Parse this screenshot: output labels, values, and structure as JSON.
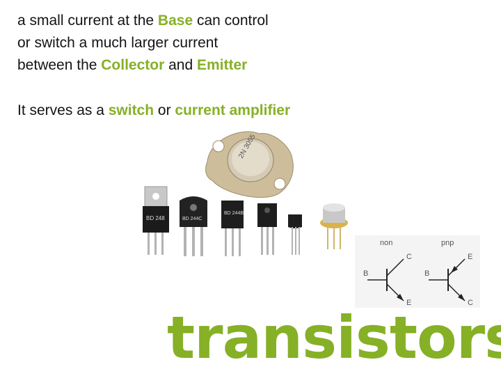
{
  "para1": {
    "l1a": "a small current at the ",
    "l1b": "Base",
    "l1c": " can control",
    "l2": "or switch a much larger current",
    "l3a": "between the ",
    "l3b": "Collector",
    "l3c": " and ",
    "l3d": "Emitter"
  },
  "para2": {
    "a": "It serves as a ",
    "b": "switch",
    "c": " or ",
    "d": "current amplifier"
  },
  "schematic": {
    "npn": {
      "label": "non",
      "base": "B",
      "collector": "C",
      "emitter": "E"
    },
    "pnp": {
      "label": "pnp",
      "base": "B",
      "collector": "C",
      "emitter": "E"
    }
  },
  "packages": {
    "p1": "BD 248",
    "p2": "BD 244B",
    "p3": "BD 244C",
    "p4": "2N 3055"
  },
  "heading": "transistors",
  "colors": {
    "accent": "#86b026",
    "text": "#141414"
  }
}
